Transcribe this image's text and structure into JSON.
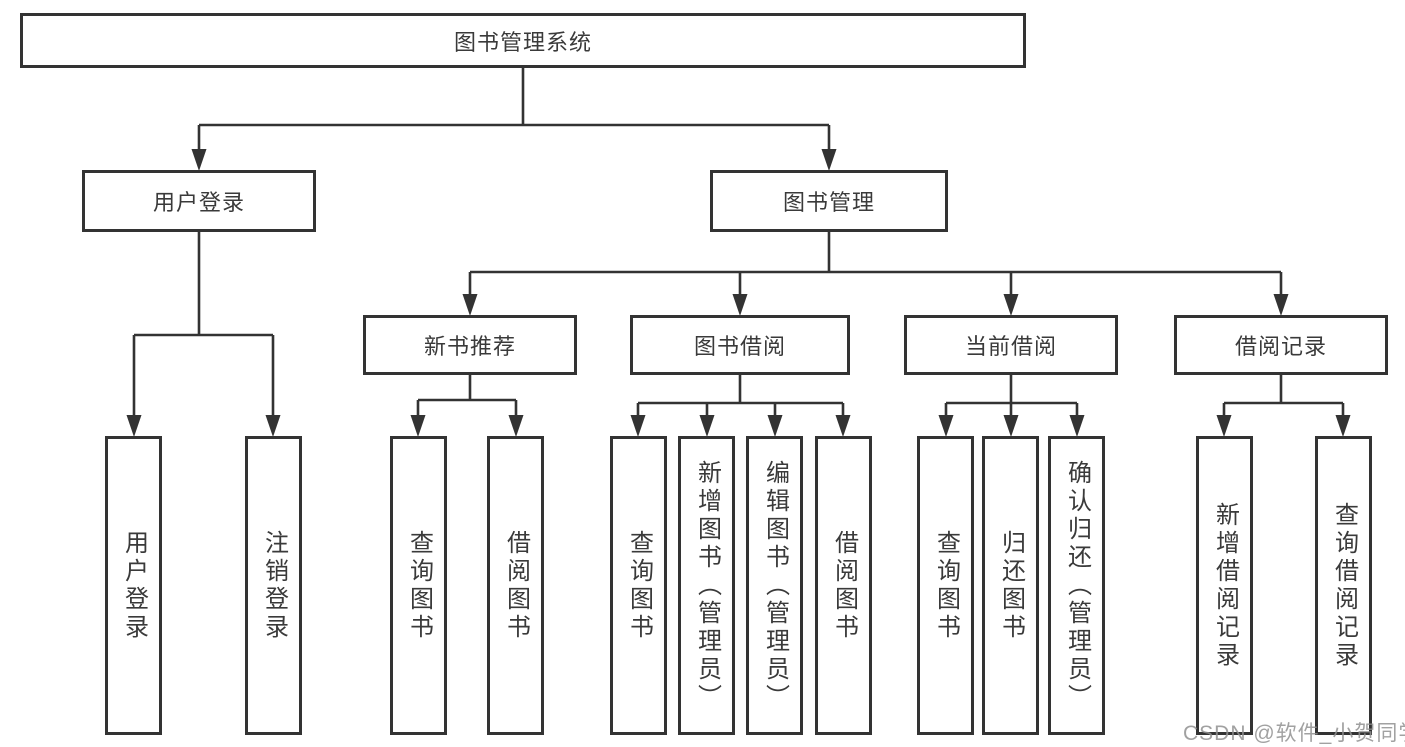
{
  "tree": {
    "root": {
      "label": "图书管理系统",
      "children": [
        {
          "label": "用户登录",
          "children": [
            {
              "label": "用户登录"
            },
            {
              "label": "注销登录"
            }
          ]
        },
        {
          "label": "图书管理",
          "children": [
            {
              "label": "新书推荐",
              "children": [
                {
                  "label": "查询图书"
                },
                {
                  "label": "借阅图书"
                }
              ]
            },
            {
              "label": "图书借阅",
              "children": [
                {
                  "label": "查询图书"
                },
                {
                  "label": "新增图书（管理员）"
                },
                {
                  "label": "编辑图书（管理员）"
                },
                {
                  "label": "借阅图书"
                }
              ]
            },
            {
              "label": "当前借阅",
              "children": [
                {
                  "label": "查询图书"
                },
                {
                  "label": "归还图书"
                },
                {
                  "label": "确认归还（管理员）"
                }
              ]
            },
            {
              "label": "借阅记录",
              "children": [
                {
                  "label": "新增借阅记录"
                },
                {
                  "label": "查询借阅记录"
                }
              ]
            }
          ]
        }
      ]
    }
  },
  "watermark": {
    "label": "CSDN @软件_小贺同学"
  },
  "colors": {
    "line": "#333333",
    "box_border": "#333333",
    "text": "#3a3a3a",
    "background": "#ffffff",
    "watermark": "#919191"
  }
}
